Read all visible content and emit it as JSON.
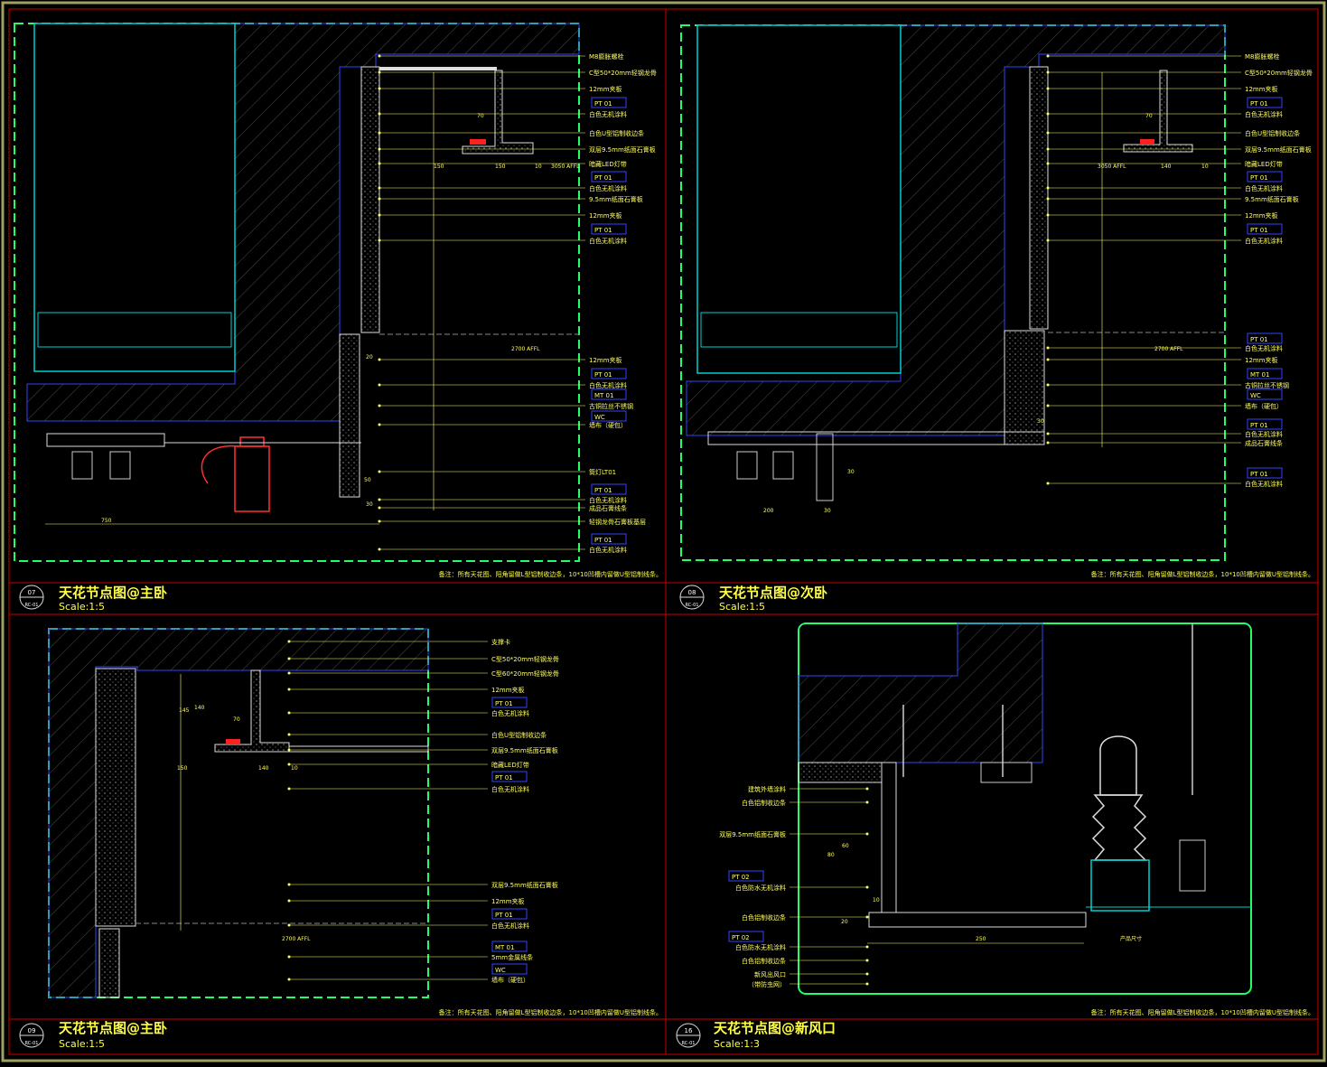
{
  "colors": {
    "frame": "#a0a060",
    "panel_border": "#cc0000",
    "boundary": "#22ff66",
    "concrete_line": "#555555",
    "callout": "#ffff66",
    "cyan": "#00d0d0",
    "blue": "#3344ff",
    "red": "#ff2020"
  },
  "panels": [
    {
      "id": "p07",
      "num": "07",
      "sheet": "RC-01",
      "title": "天花节点图@主卧",
      "scale": "Scale:1:5",
      "note": "备注：所有天花图、阳角留做L型铝制收边条，10*10凹槽内留做U型铝制线条。",
      "labels": [
        "M8膨胀螺栓",
        "C型50*20mm轻钢龙骨",
        "12mm夹板",
        "白色无机涂料",
        "白色U型铝制收边条",
        "双层9.5mm纸面石膏板",
        "暗藏LED灯带",
        "白色无机涂料",
        "9.5mm纸面石膏板",
        "12mm夹板",
        "白色无机涂料",
        "12mm夹板",
        "白色无机涂料",
        "古铜拉丝不锈钢",
        "墙布（硬包）",
        "筒灯LT01",
        "白色无机涂料",
        "成品石膏线条",
        "轻钢龙骨石膏板基层",
        "白色无机涂料"
      ],
      "tags": [
        "PT 01",
        "PT 01",
        "PT 01",
        "PT 01",
        "MT 01",
        "WC",
        "PT 01",
        "PT 01"
      ],
      "dims": [
        "70",
        "150",
        "10",
        "3050 AFFL",
        "150",
        "2700 AFFL",
        "750",
        "20",
        "30",
        "50"
      ]
    },
    {
      "id": "p08",
      "num": "08",
      "sheet": "RC-01",
      "title": "天花节点图@次卧",
      "scale": "Scale:1:5",
      "note": "备注：所有天花图、阳角留做L型铝制收边条，10*10凹槽内留做U型铝制线条。",
      "labels": [
        "M8膨胀螺栓",
        "C型50*20mm轻钢龙骨",
        "12mm夹板",
        "白色无机涂料",
        "白色U型铝制收边条",
        "双层9.5mm纸面石膏板",
        "暗藏LED灯带",
        "白色无机涂料",
        "9.5mm纸面石膏板",
        "12mm夹板",
        "白色无机涂料",
        "白色无机涂料",
        "12mm夹板",
        "古铜拉丝不锈钢",
        "墙布（硬包）",
        "白色无机涂料",
        "成品石膏线条",
        "白色无机涂料"
      ],
      "tags": [
        "PT 01",
        "PT 01",
        "PT 01",
        "PT 01",
        "MT 01",
        "WC",
        "PT 01",
        "PT 01"
      ],
      "dims": [
        "70",
        "140",
        "10",
        "3050 AFFL",
        "2700 AFFL",
        "200",
        "30",
        "30",
        "30"
      ]
    },
    {
      "id": "p09",
      "num": "09",
      "sheet": "RC-01",
      "title": "天花节点图@主卧",
      "scale": "Scale:1:5",
      "note": "备注：所有天花图、阳角留做L型铝制收边条，10*10凹槽内留做U型铝制线条。",
      "labels": [
        "支撑卡",
        "C型50*20mm轻钢龙骨",
        "C型60*20mm轻钢龙骨",
        "12mm夹板",
        "白色无机涂料",
        "白色U型铝制收边条",
        "双层9.5mm纸面石膏板",
        "暗藏LED灯带",
        "白色无机涂料",
        "双层9.5mm纸面石膏板",
        "12mm夹板",
        "白色无机涂料",
        "5mm金属线条",
        "墙布（硬包）"
      ],
      "tags": [
        "PT 01",
        "PT 01",
        "PT 01",
        "MT 01",
        "WC"
      ],
      "dims": [
        "70",
        "140",
        "10",
        "150",
        "2700 AFFL",
        "145",
        "140"
      ]
    },
    {
      "id": "p16",
      "num": "16",
      "sheet": "RC-01",
      "title": "天花节点图@新风口",
      "scale": "Scale:1:3",
      "note": "备注：所有天花图、阳角留做L型铝制收边条，10*10凹槽内留做U型铝制线条。",
      "labels": [
        "建筑外墙涂料",
        "白色铝制收边条",
        "双层9.5mm纸面石膏板",
        "白色防水无机涂料",
        "白色铝制收边条",
        "白色防水无机涂料",
        "白色铝制收边条",
        "新风出风口",
        "（带防虫网）"
      ],
      "tags": [
        "PT 02",
        "PT 02"
      ],
      "dims": [
        "250",
        "10",
        "20",
        "60",
        "80",
        "产品尺寸"
      ]
    }
  ]
}
